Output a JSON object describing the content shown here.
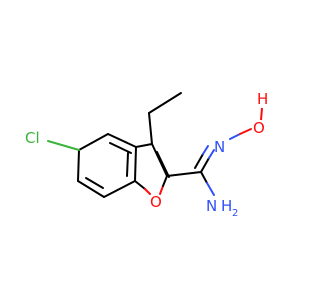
{
  "molecule": {
    "atoms": {
      "chlorine": "Cl",
      "furan_oxygen": "O",
      "oxime_nitrogen": "N",
      "hydroxyl_oxygen": "O",
      "hydroxyl_hydrogen": "H",
      "amine_nitrogen": "N",
      "amine_hydrogens": "H"
    },
    "colors": {
      "carbon_bond": "#000000",
      "chlorine": "#3cb43c",
      "oxygen": "#ff0d0d",
      "nitrogen": "#3050f8"
    }
  }
}
